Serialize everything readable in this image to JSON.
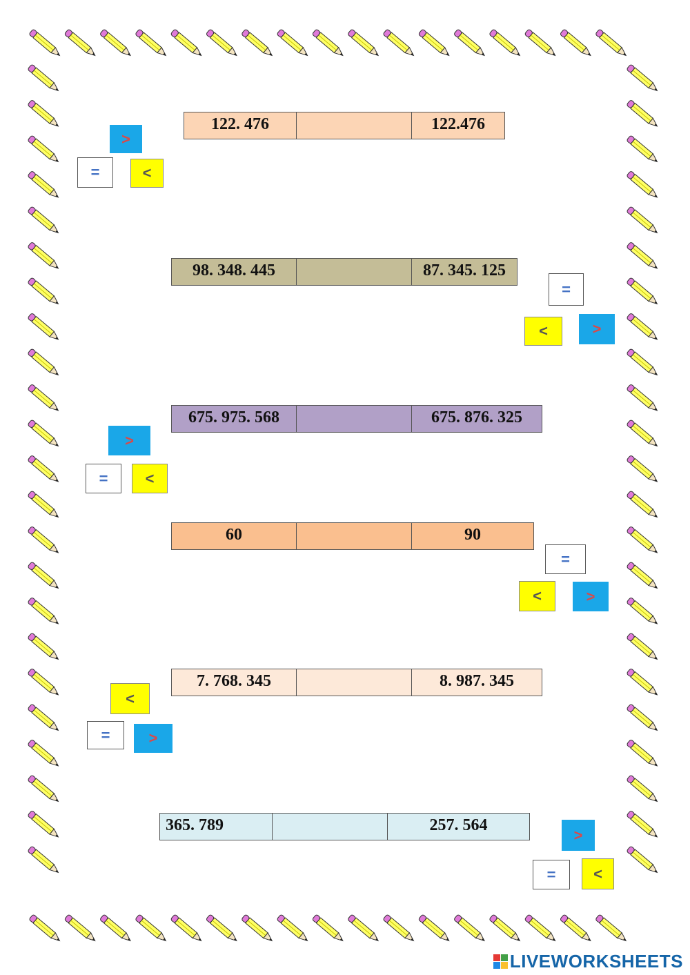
{
  "rows": [
    {
      "left": "122. 476",
      "right": "122.476",
      "color": "#fcd5b5"
    },
    {
      "left": "98. 348. 445",
      "right": "87. 345. 125",
      "color": "#c4bd97"
    },
    {
      "left": "675. 975. 568",
      "right": "675. 876. 325",
      "color": "#b1a0c7"
    },
    {
      "left": "60",
      "right": "90",
      "color": "#fabf8f"
    },
    {
      "left": "7. 768. 345",
      "right": "8. 987. 345",
      "color": "#fde9d9"
    },
    {
      "left": "365. 789",
      "right": "257. 564",
      "color": "#daeef3"
    }
  ],
  "cards": {
    "gt": ">",
    "lt": "<",
    "eq": "="
  },
  "brand": {
    "text": "LIVEWORKSHEETS",
    "icon": "liveworksheets-logo-icon"
  },
  "colors": {
    "gt_card": "#1aa7e8",
    "lt_card": "#ffff00",
    "eq_card": "#ffffff",
    "pencil_body": "#ffff66"
  }
}
